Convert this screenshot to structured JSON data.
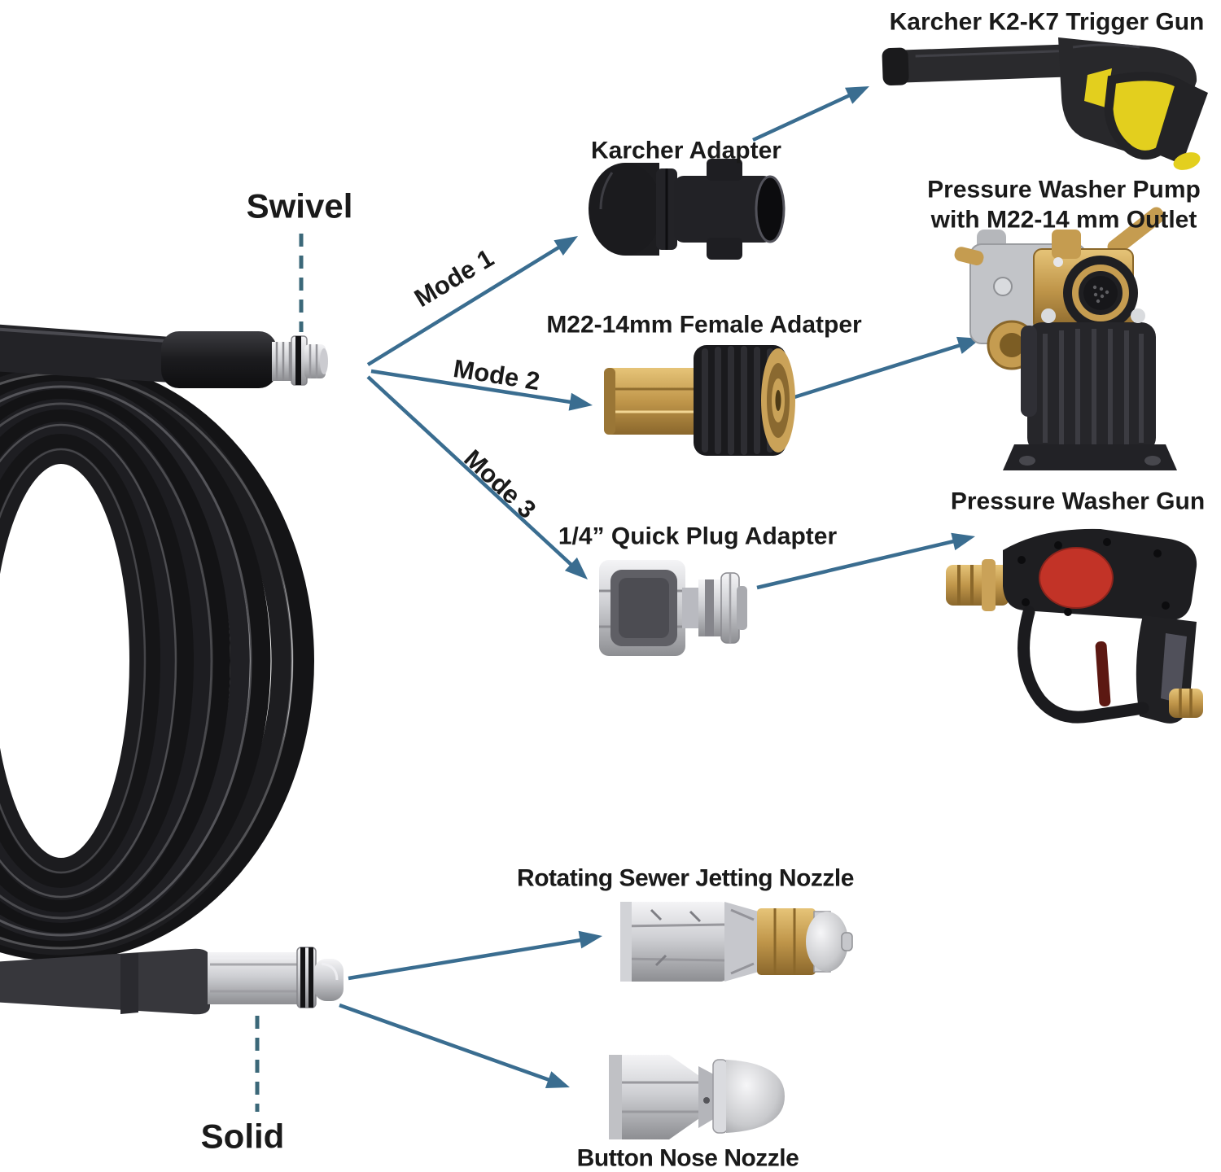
{
  "colors": {
    "arrow": "#3a6d90",
    "dashed_pointer": "#3b6879",
    "text": "#1a1a1a",
    "background": "#ffffff",
    "karcher_yellow": "#e3cf1e",
    "brass": "#c0964a",
    "red_badge": "#c23327"
  },
  "hose_ends": {
    "swivel": "Swivel",
    "solid": "Solid"
  },
  "modes": [
    {
      "label": "Mode 1"
    },
    {
      "label": "Mode 2"
    },
    {
      "label": "Mode 3"
    }
  ],
  "parts": {
    "karcher_adapter": "Karcher Adapter",
    "trigger_gun": "Karcher K2-K7 Trigger Gun",
    "m22_adapter": "M22-14mm Female Adatper",
    "pump_line1": "Pressure Washer Pump",
    "pump_line2": "with M22-14 mm Outlet",
    "quick_plug": "1/4” Quick Plug Adapter",
    "pw_gun": "Pressure Washer Gun",
    "rotating_nozzle": "Rotating Sewer Jetting Nozzle",
    "button_nozzle": "Button Nose Nozzle"
  }
}
